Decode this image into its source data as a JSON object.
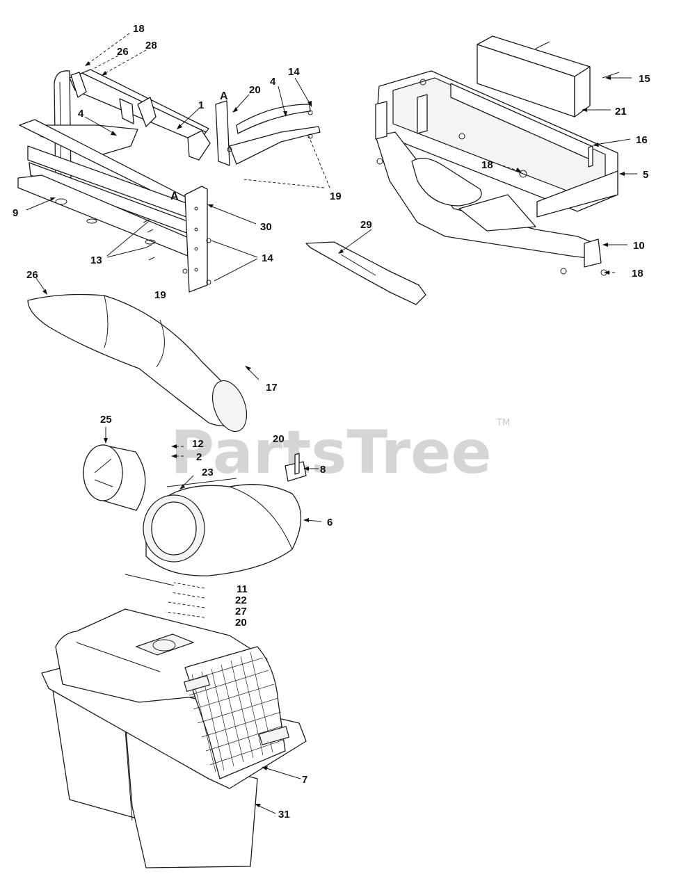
{
  "watermark": {
    "text": "PartsTree",
    "tm": "TM"
  },
  "reference_letters": [
    "A",
    "A"
  ],
  "callouts": [
    "18",
    "26",
    "28",
    "1",
    "4",
    "4",
    "20",
    "14",
    "9",
    "30",
    "13",
    "14",
    "19",
    "19",
    "15",
    "21",
    "16",
    "5",
    "18",
    "29",
    "10",
    "18",
    "26",
    "17",
    "25",
    "20",
    "12",
    "2",
    "23",
    "8",
    "6",
    "11",
    "22",
    "27",
    "20",
    "7",
    "31"
  ]
}
